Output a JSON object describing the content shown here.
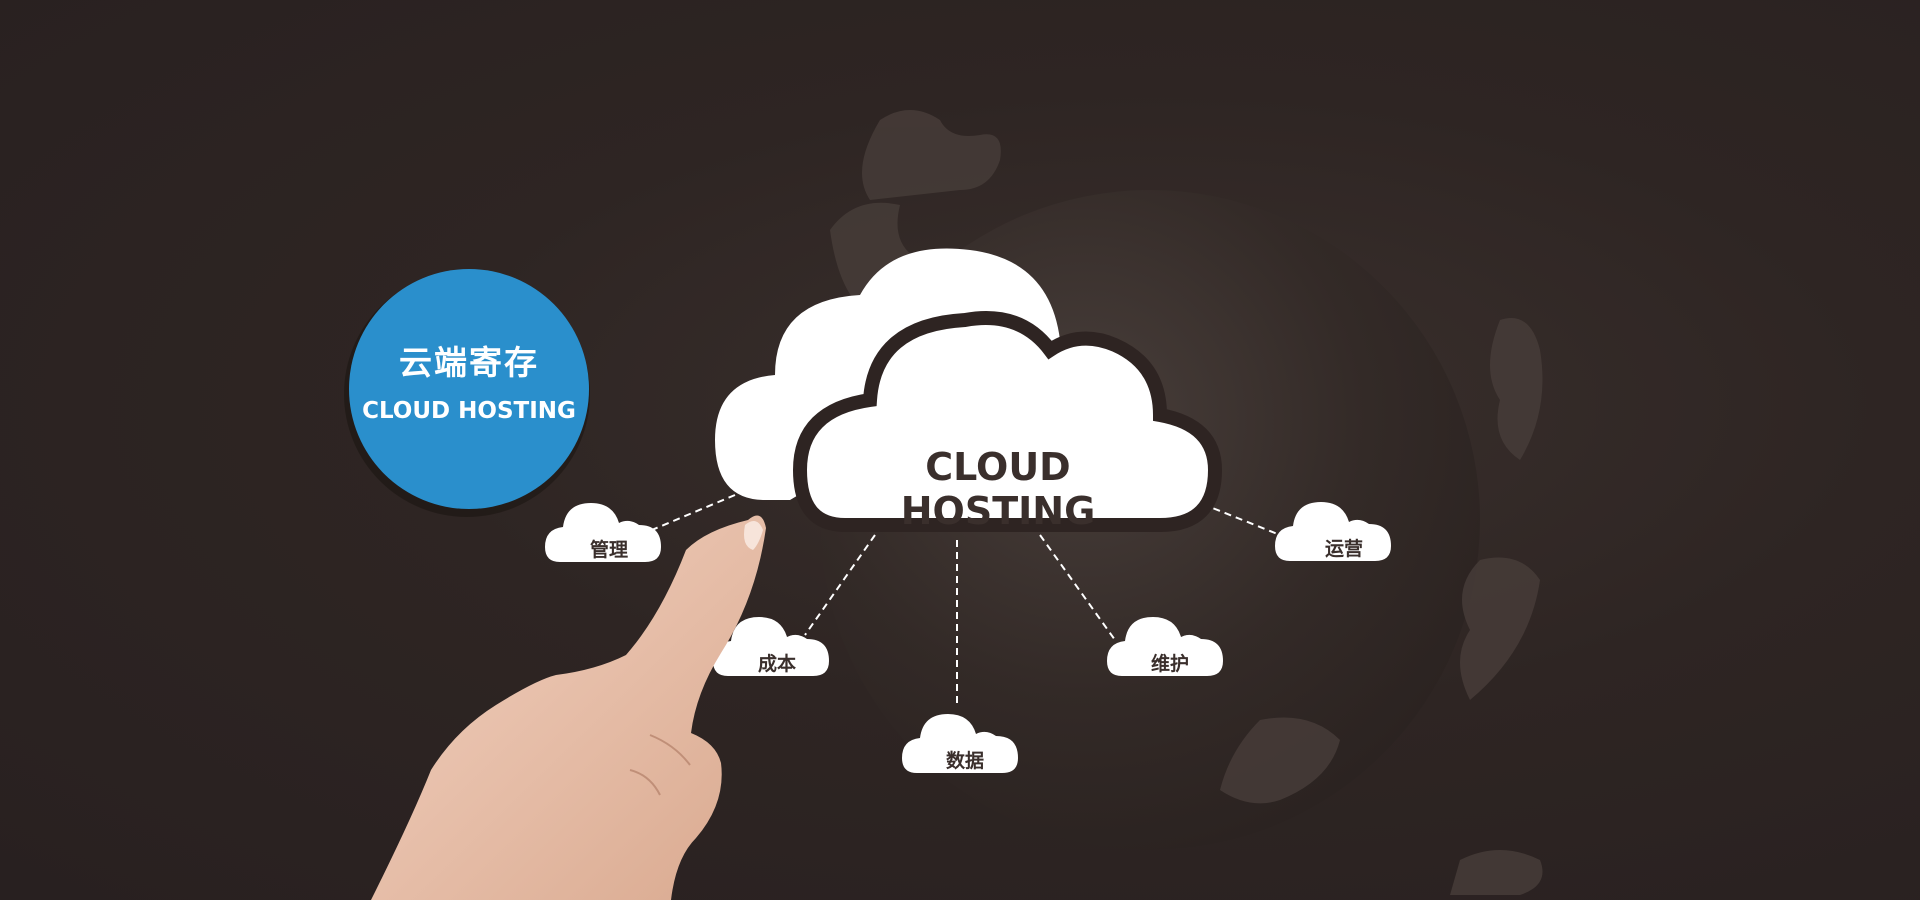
{
  "badge": {
    "title_cn": "云端寄存",
    "title_en": "CLOUD HOSTING"
  },
  "main_cloud": {
    "label": "CLOUD HOSTING"
  },
  "nodes": [
    {
      "label": "管理"
    },
    {
      "label": "成本"
    },
    {
      "label": "数据"
    },
    {
      "label": "维护"
    },
    {
      "label": "运营"
    }
  ],
  "colors": {
    "background": "#2e2422",
    "badge": "#2a8fcc",
    "cloud": "#ffffff",
    "text_dark": "#3a2f2c"
  }
}
